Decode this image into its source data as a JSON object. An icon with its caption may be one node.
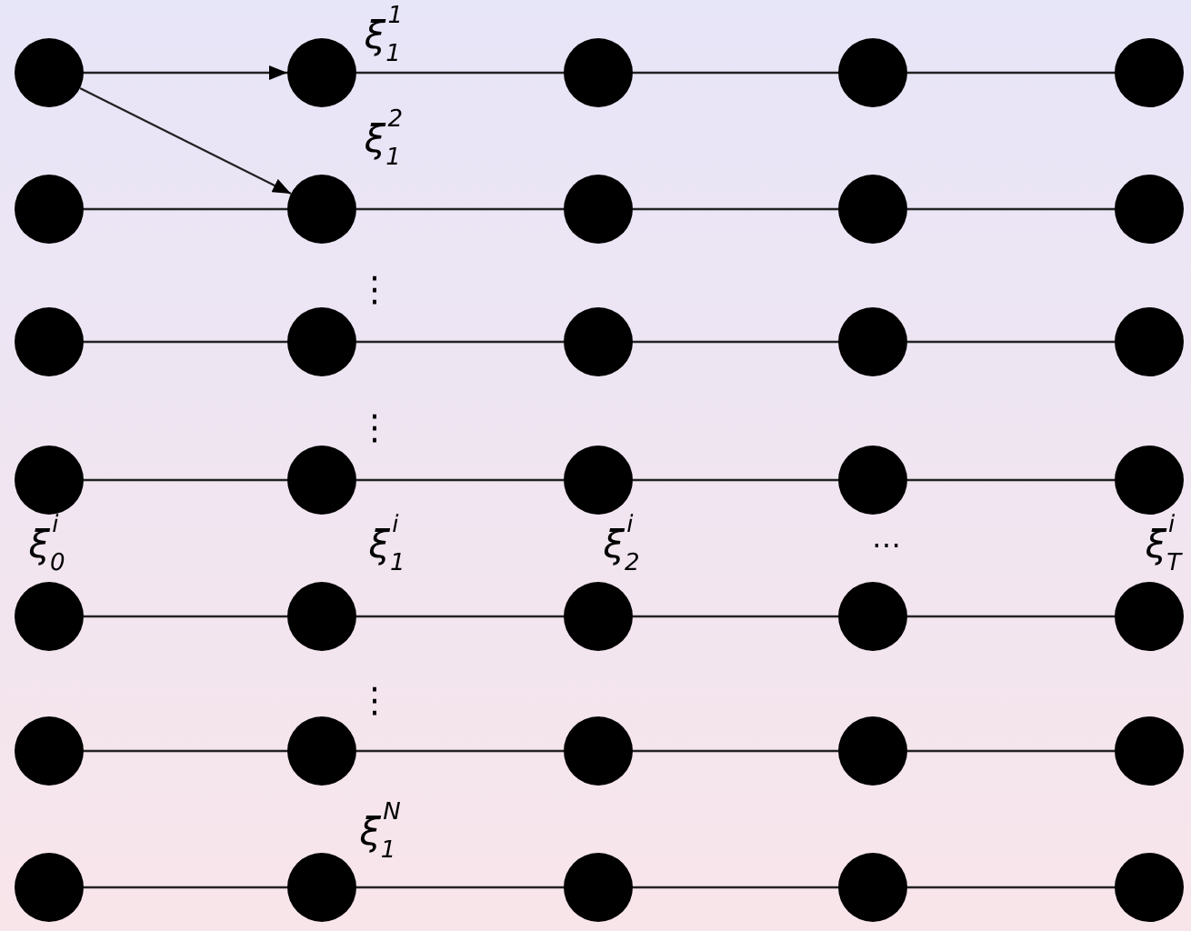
{
  "diagram": {
    "nodes": [
      {
        "text": [],
        "shape": "circle"
      },
      {
        "text": [],
        "shape": "circle"
      },
      {
        "text": [],
        "shape": "circle"
      },
      {
        "text": [],
        "shape": "circle"
      },
      {
        "text": [],
        "shape": "circle"
      },
      {
        "text": [],
        "shape": "circle"
      },
      {
        "text": [],
        "shape": "circle"
      },
      {
        "text": [],
        "shape": "circle"
      },
      {
        "text": [],
        "shape": "circle"
      },
      {
        "text": [],
        "shape": "circle"
      },
      {
        "text": [],
        "shape": "circle"
      },
      {
        "text": [],
        "shape": "circle"
      },
      {
        "text": [],
        "shape": "circle"
      },
      {
        "text": [],
        "shape": "circle"
      },
      {
        "text": [],
        "shape": "circle"
      },
      {
        "text": [],
        "shape": "circle"
      },
      {
        "text": [],
        "shape": "circle"
      },
      {
        "text": [],
        "shape": "circle"
      },
      {
        "text": [],
        "shape": "circle"
      },
      {
        "text": [],
        "shape": "circle"
      },
      {
        "text": [],
        "shape": "circle"
      },
      {
        "text": [],
        "shape": "circle"
      },
      {
        "text": [],
        "shape": "circle"
      },
      {
        "text": [],
        "shape": "circle"
      },
      {
        "text": [],
        "shape": "circle"
      },
      {
        "text": [],
        "shape": "circle"
      },
      {
        "text": [],
        "shape": "circle"
      },
      {
        "text": [],
        "shape": "circle"
      },
      {
        "text": [],
        "shape": "circle"
      },
      {
        "text": [],
        "shape": "circle"
      },
      {
        "text": [],
        "shape": "circle"
      },
      {
        "text": [],
        "shape": "circle"
      },
      {
        "text": [],
        "shape": "circle"
      },
      {
        "text": [],
        "shape": "circle"
      },
      {
        "text": [],
        "shape": "circle"
      }
    ],
    "edges": [
      {
        "from": 0,
        "to": 1,
        "arrow": "to"
      },
      {
        "from": 0,
        "to": 6,
        "arrow": "to"
      },
      {
        "from": 1,
        "to": 2,
        "arrow": "none"
      },
      {
        "from": 2,
        "to": 3,
        "arrow": "none"
      },
      {
        "from": 3,
        "to": 4,
        "arrow": "none"
      },
      {
        "from": 5,
        "to": 6,
        "arrow": "none"
      },
      {
        "from": 6,
        "to": 7,
        "arrow": "none"
      },
      {
        "from": 7,
        "to": 8,
        "arrow": "none"
      },
      {
        "from": 8,
        "to": 9,
        "arrow": "none"
      },
      {
        "from": 10,
        "to": 11,
        "arrow": "none"
      },
      {
        "from": 11,
        "to": 12,
        "arrow": "none"
      },
      {
        "from": 12,
        "to": 13,
        "arrow": "none"
      },
      {
        "from": 13,
        "to": 14,
        "arrow": "none"
      },
      {
        "from": 15,
        "to": 16,
        "arrow": "none"
      },
      {
        "from": 16,
        "to": 17,
        "arrow": "none"
      },
      {
        "from": 17,
        "to": 18,
        "arrow": "none"
      },
      {
        "from": 18,
        "to": 19,
        "arrow": "none"
      },
      {
        "from": 20,
        "to": 21,
        "arrow": "none"
      },
      {
        "from": 21,
        "to": 22,
        "arrow": "none"
      },
      {
        "from": 22,
        "to": 23,
        "arrow": "none"
      },
      {
        "from": 23,
        "to": 24,
        "arrow": "none"
      },
      {
        "from": 25,
        "to": 26,
        "arrow": "none"
      },
      {
        "from": 26,
        "to": 27,
        "arrow": "none"
      },
      {
        "from": 27,
        "to": 28,
        "arrow": "none"
      },
      {
        "from": 28,
        "to": 29,
        "arrow": "none"
      },
      {
        "from": 30,
        "to": 31,
        "arrow": "none"
      },
      {
        "from": 31,
        "to": 32,
        "arrow": "none"
      },
      {
        "from": 32,
        "to": 33,
        "arrow": "none"
      },
      {
        "from": 33,
        "to": 34,
        "arrow": "none"
      }
    ],
    "labels": [
      "ξ$_{1}$$^{1}$",
      "ξ$_{1}$$^{2}$",
      "⋮",
      "⋮",
      "ξ$_{0}$$^{i}$",
      "ξ$_{1}$$^{i}$",
      "ξ$_{2}$$^{i}$",
      "…",
      "ξ$_{T}$$^{i}$",
      "⋮",
      "ξ$_{1}$$^{N}$"
    ]
  }
}
